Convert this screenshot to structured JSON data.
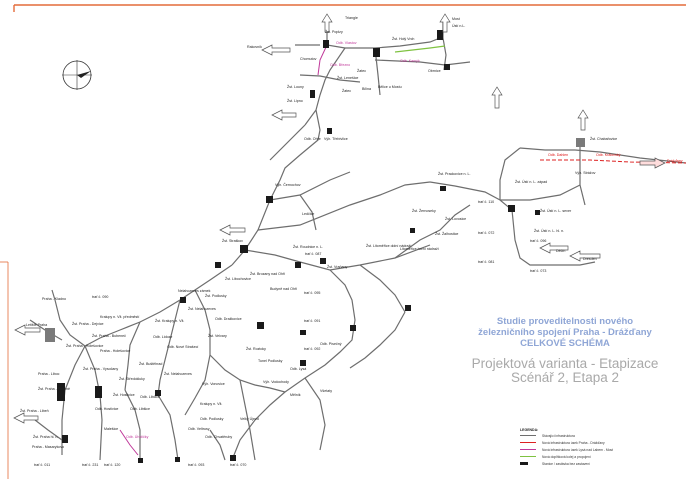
{
  "title": {
    "line1": "Studie proveditelnosti nového",
    "line2": "železničního spojení Praha - Drážďany",
    "line3": "CELKOVÉ SCHÉMA",
    "line4": "Projektová varianta - Etapizace",
    "line5": "Scénář 2, Etapa 2"
  },
  "colors": {
    "frame": "#e36c3a",
    "track": "#6e6e6e",
    "station": "#1a1a1a",
    "magenta": "#c0399a",
    "green": "#7fc241",
    "red": "#dd2222",
    "title_blue": "#8fa6d6",
    "title_gray": "#a9a9a9"
  },
  "labels": {
    "triangl": "Triangle",
    "rakovnik": "Rakovník",
    "ustinl": "Ústí n.L.",
    "bmost": "Most",
    "obrnice": "Obrnice",
    "lenesice": "Žst. Lenešice",
    "louny": "Žst. Louny",
    "lipno": "Žst. Lipno",
    "pnpt": "Žst. Poplzy",
    "obcepsko": "Odb. Louny",
    "zatec": "Žatec",
    "blsko": "Bílina",
    "belisko": "Bělice u Mostu",
    "odb_vlastov": "Odb. Vlastov",
    "odb_brezno": "Odb. Březno",
    "odb_karbo": "Odb. Kamýk",
    "zel_mbr": "Žst. Holý Vrch",
    "cernochov": "Výh. Černochov",
    "tristice": "Výh. Třebívlice",
    "odb_dahlen": "Odb. Dahlen",
    "odb_kralovska": "Odb. Královský",
    "vyhstrazov": "Výh. Strážov",
    "drazdany": "Drážďany",
    "dstab": "Žst. Chabařovice",
    "ustnl1": "Žst. Ústí n. L. západ",
    "ustnl2": "Žst. Ústí n. L. sever",
    "ustnl3": "Žst. Ústí n. L. hl. n.",
    "decin": "Děčín",
    "dresden": "Dresden",
    "praskovice": "Žst. Prackovice n. L.",
    "zernoseky": "Žst. Žernoseky",
    "lovosice": "Žst. Lovosice",
    "zalhostice": "Žst. Žalhostice",
    "litomerice": "Žst. Litoměřice dolní nádraží",
    "litomerice2": "Litoměřice horní nádraží",
    "roudnice": "Žst. Roudnice n. L.",
    "vranany": "Žst. Vraňany",
    "ledvice": "Ledčice",
    "straskov": "Žst. Straškov",
    "brozany": "Žst. Brozany nad Ohří",
    "budyne": "Budyně nad Ohří",
    "lukavec": "Žst. Libochovice",
    "vyh_oh": "Odb. Ohře",
    "pozo": "Žst. Podlusky",
    "nelahozeves": "Žst. Nelahozeves",
    "kralupy": "Žst. Kralupy n. Vlt.",
    "odb_drazka": "Odb. Dražkovice",
    "velvary": "Žst. Velvary",
    "odb_nove_straseci": "Odb. Nové Strašecí",
    "nelsko": "Nelahozeves zámek",
    "odb_lidoze": "Odb. Lidoze",
    "bustehrad": "Žst. Buštěhrad",
    "stredokluky": "Žst. Středokluky",
    "hostivice": "Žst. Hostivice",
    "praha_libocoe": "Praha - Liboc",
    "praha_ruzyne": "Žst. Praha - Ruzyně",
    "odb_hostivice": "Odb. Hostivice",
    "praha_kladno": "Praha - Kladno",
    "ruzyne2": "Letiště Praha",
    "dejvice": "Žst. Praha - Dejvice",
    "hrabovka": "Žst. Praha - Bubeneč",
    "holesovice": "Žst. Praha - Holešovice",
    "holesovice2": "Praha - Holešovice",
    "praha_hl": "Žst. Praha hl. n.",
    "praha_libej": "Žst. Praha - Libeň",
    "praha_masarykovo": "Praha - Masarykovo",
    "malesice": "Malešice",
    "vysocany": "Žst. Praha - Vysočany",
    "odb_podlusky": "Odb. Podlusky",
    "kralupy2": "Kralupy n. Vlt.",
    "vyh_vonovice": "Výh. Vonovice",
    "nelahozeves2": "Žst. Nelahozeves",
    "odb_libcice": "Odb. Libčice",
    "odb_libsice": "Odb. Libšice",
    "odb_veltrusy": "Odb. Veltrusy",
    "odb_chvatery": "Odb. Chvatěruby",
    "odb_uholicky": "Odb. Úholičky",
    "velky_ujezd": "Velký Újezd",
    "mlnik": "Mělník",
    "vsetaty": "Všetaty",
    "odb_pisecny": "Odb. Písečný",
    "odb_lysa": "Odb. Lysá",
    "vyh_vodocht": "Výh. Vodochody",
    "roztoky": "Žst. Roztoky",
    "tunel_podlusky": "Tunel Podlusky",
    "kral_a": "Kralupy n. Vlt. předměstí",
    "trat_a": "trať č. 090",
    "trat_b": "trať č. 095",
    "trat_c": "trať č. 091",
    "trat_d": "trať č. 092",
    "trat_e": "trať č. 110",
    "trat_f": "trať č. 072",
    "trat_g": "trať č. 073",
    "trat_h": "trať č. 081",
    "trat_i": "trať č. 087",
    "trat_j": "trať č. 096",
    "trat_k": "trať č. 231",
    "trat_l": "trať č. 011",
    "trat_m": "trať č. 070",
    "trat_n": "trať č. 093",
    "trat_o": "trať č. 120",
    "mnisek": "Chomutov",
    "zatec2": "Žatec"
  },
  "legend": {
    "heading": "LEGENDA:",
    "items": [
      "Stávající infrastruktura",
      "Nová infrastruktura úsek Praha - Drážďany",
      "Nová infrastruktura úsek Lysá nad Labem - Most",
      "Nová doplňková kolej a propojení",
      "Stanice / zastávka bez zastavení"
    ]
  }
}
